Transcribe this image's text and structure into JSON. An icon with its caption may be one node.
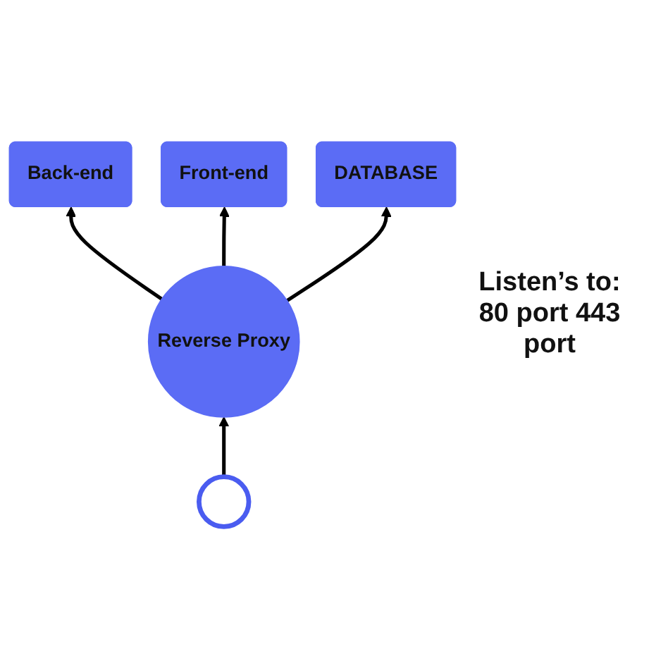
{
  "diagram": {
    "nodes": [
      {
        "text": [
          "Back-end"
        ]
      },
      {
        "text": [
          "Front-end"
        ]
      },
      {
        "text": [
          "DATABASE"
        ]
      },
      {
        "text": [
          "Reverse Proxy"
        ]
      },
      {
        "text": [],
        "shape": "person"
      }
    ],
    "edges": [
      {
        "from": 3,
        "to": 0,
        "arrow": "to"
      },
      {
        "from": 3,
        "to": 1,
        "arrow": "to"
      },
      {
        "from": 3,
        "to": 2,
        "arrow": "to"
      },
      {
        "from": 4,
        "to": 3,
        "arrow": "to"
      }
    ],
    "labels": [
      "Listen’s to: 80 port 443 port"
    ]
  }
}
